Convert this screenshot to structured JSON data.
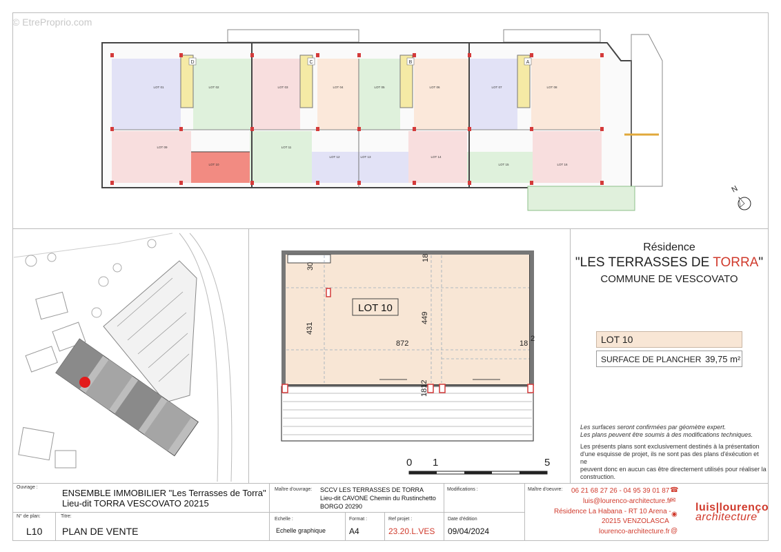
{
  "watermark": "© EtreProprio.com",
  "colors": {
    "accent": "#d03a2c",
    "lot_fill": "#f8e6d5"
  },
  "overview": {
    "stair_tags": [
      "D",
      "C",
      "B",
      "A"
    ],
    "lot_labels": [
      "LOT 01",
      "LOT 02",
      "LOT 03",
      "LOT 04",
      "LOT 05",
      "LOT 06",
      "LOT 07",
      "LOT 08",
      "LOT 09",
      "LOT 10",
      "LOT 11",
      "LOT 12",
      "LOT 13",
      "LOT 14",
      "LOT 15",
      "LOT 16"
    ],
    "north_label": "N"
  },
  "plan": {
    "lot_label": "LOT 10",
    "dims": {
      "d30": "30",
      "d18": "18",
      "d431": "431",
      "d449": "449",
      "d872": "872",
      "d18b": "18",
      "d2": "2",
      "d1812": "1812"
    }
  },
  "scale": {
    "labels": [
      "0",
      "1",
      "5"
    ]
  },
  "info": {
    "title_line1": "Résidence",
    "title_q1": "\"LES TERRASSES DE ",
    "title_accent": "TORRA",
    "title_q2": "\"",
    "title_line3": "COMMUNE DE VESCOVATO",
    "lot": "LOT 10",
    "surface_label": "SURFACE DE PLANCHER",
    "surface_value": "39,75 m²",
    "note1": "Les surfaces seront confirmées par géomètre expert.",
    "note2": "Les plans peuvent être soumis à des modifications techniques.",
    "note3a": "Les présents plans sont exclusivement destinés à la présentation",
    "note3b": "d'une esquisse de projet, ils ne sont pas des plans d'éxécution et ne",
    "note3c": "peuvent donc en aucun cas être directement utilisés pour réaliser la",
    "note3d": "construction."
  },
  "cartouche": {
    "ouvrage_label": "Ouvrage :",
    "ouvrage_1": "ENSEMBLE IMMOBILIER \"Les Terrasses de Torra\"",
    "ouvrage_2": "Lieu-dit TORRA VESCOVATO 20215",
    "moa_label": "Maître d'ouvrage:",
    "moa_1": "SCCV LES TERRASSES DE TORRA",
    "moa_2": "Lieu-dit CAVONE Chemin du Rustinchetto",
    "moa_3": "BORGO 20290",
    "modif_label": "Modifications :",
    "moe_label": "Maître d'oeuvre:",
    "phone": "06 21 68 27 26 - 04 95 39 01 87",
    "email": "luis@lourenco-architecture.fr",
    "addr1": "Résidence La Habana - RT 10 Arena -",
    "addr2": "20215 VENZOLASCA",
    "web": "lourenco-architecture.fr",
    "plan_no_label": "N° de plan:",
    "plan_no": "L10",
    "titre_label": "Titre:",
    "titre": "PLAN DE VENTE",
    "echelle_label": "Echelle :",
    "echelle": "Echelle graphique",
    "format_label": "Format :",
    "format": "A4",
    "ref_label": "Ref projet :",
    "ref": "23.20.L.VES",
    "date_label": "Date d'édition",
    "date": "09/04/2024",
    "logo_top": "luis|lourenço",
    "logo_bottom": "architecture"
  }
}
